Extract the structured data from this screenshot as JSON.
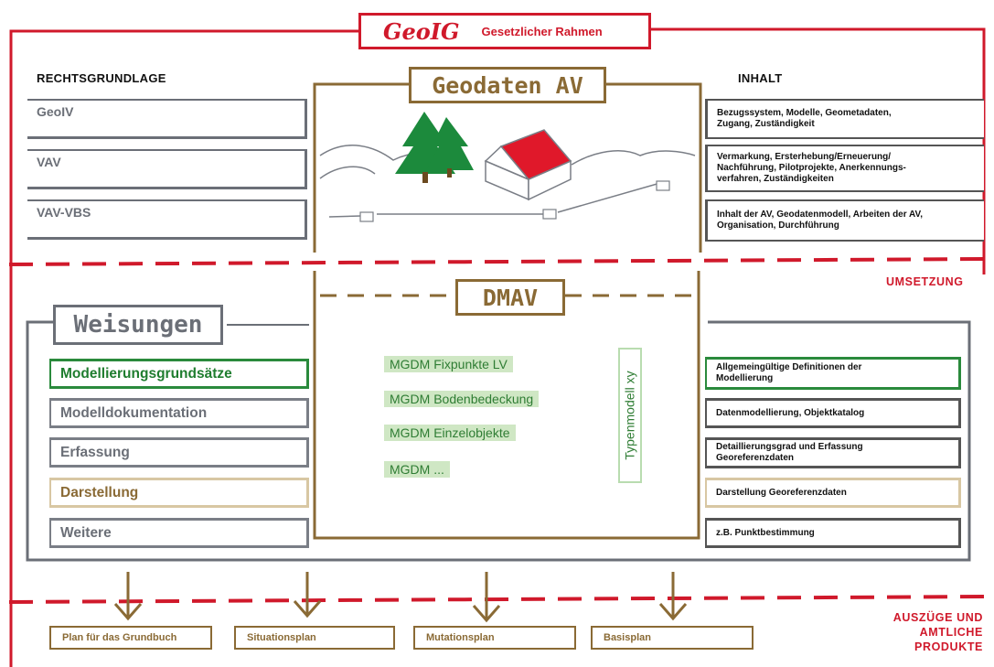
{
  "header": {
    "title": "GeoIG",
    "subtitle": "Gesetzlicher Rahmen"
  },
  "sections": {
    "rechtsgrundlage": "RECHTSGRUNDLAGE",
    "inhalt": "INHALT",
    "umsetzung": "UMSETZUNG",
    "auszuege": [
      "AUSZÜGE UND",
      "AMTLICHE PRODUKTE"
    ]
  },
  "geodaten": {
    "title": "Geodaten AV"
  },
  "legal_bases": [
    {
      "label": "GeoIV"
    },
    {
      "label": "VAV"
    },
    {
      "label": "VAV-VBS"
    }
  ],
  "content_items": [
    {
      "lines": [
        "Bezugssystem, Modelle, Geometadaten,",
        "Zugang, Zuständigkeit"
      ]
    },
    {
      "lines": [
        "Vermarkung, Ersterhebung/Erneuerung/",
        "Nachführung, Pilotprojekte, Anerkennungs-",
        "verfahren, Zuständigkeiten"
      ]
    },
    {
      "lines": [
        "Inhalt der AV, Geodatenmodell, Arbeiten der AV,",
        "Organisation, Durchführung"
      ]
    }
  ],
  "dmav": {
    "title": "DMAV",
    "models": [
      "MGDM Fixpunkte LV",
      "MGDM Bodenbedeckung",
      "MGDM Einzelobjekte",
      "MGDM ..."
    ],
    "typenmodell": "Typenmodell xy"
  },
  "weisungen": {
    "title": "Weisungen",
    "items": [
      {
        "label": "Modellierungsgrundsätze",
        "style": "green"
      },
      {
        "label": "Modelldokumentation",
        "style": "grey"
      },
      {
        "label": "Erfassung",
        "style": "grey"
      },
      {
        "label": "Darstellung",
        "style": "tan"
      },
      {
        "label": "Weitere",
        "style": "grey"
      }
    ]
  },
  "descriptions": [
    {
      "lines": [
        "Allgemeingültige Definitionen der",
        "Modellierung"
      ]
    },
    {
      "lines": [
        "Datenmodellierung, Objektkatalog"
      ]
    },
    {
      "lines": [
        "Detaillierungsgrad und Erfassung",
        "Georeferenzdaten"
      ]
    },
    {
      "lines": [
        "Darstellung Georeferenzdaten"
      ]
    },
    {
      "lines": [
        "z.B. Punktbestimmung"
      ]
    }
  ],
  "products": [
    {
      "label": "Plan für das Grundbuch"
    },
    {
      "label": "Situationsplan"
    },
    {
      "label": "Mutationsplan"
    },
    {
      "label": "Basisplan"
    }
  ],
  "colors": {
    "red": "#d0192b",
    "brown": "#8a6a35",
    "green": "#2a8a3c",
    "grey": "#6b6f77",
    "roof": "#e0182a",
    "tree": "#1c8a3c"
  }
}
